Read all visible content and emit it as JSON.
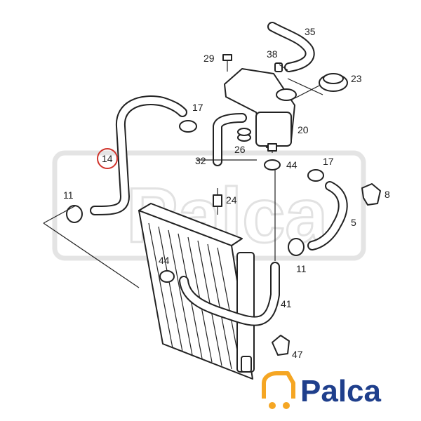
{
  "diagram": {
    "highlighted_part": "14",
    "labels": {
      "p35": "35",
      "p29": "29",
      "p38": "38",
      "p23": "23",
      "p17a": "17",
      "p20": "20",
      "p26": "26",
      "p32": "32",
      "p44a": "44",
      "p14": "14",
      "p17b": "17",
      "p11a": "11",
      "p24": "24",
      "p8": "8",
      "p5": "5",
      "p11b": "11",
      "p44b": "44",
      "p41": "41",
      "p47": "47"
    }
  },
  "logo": {
    "text": "Palca",
    "accent_color": "#f5a623",
    "text_color": "#1f3f8c"
  },
  "colors": {
    "highlight_circle": "#d0342c",
    "line": "#222222"
  }
}
